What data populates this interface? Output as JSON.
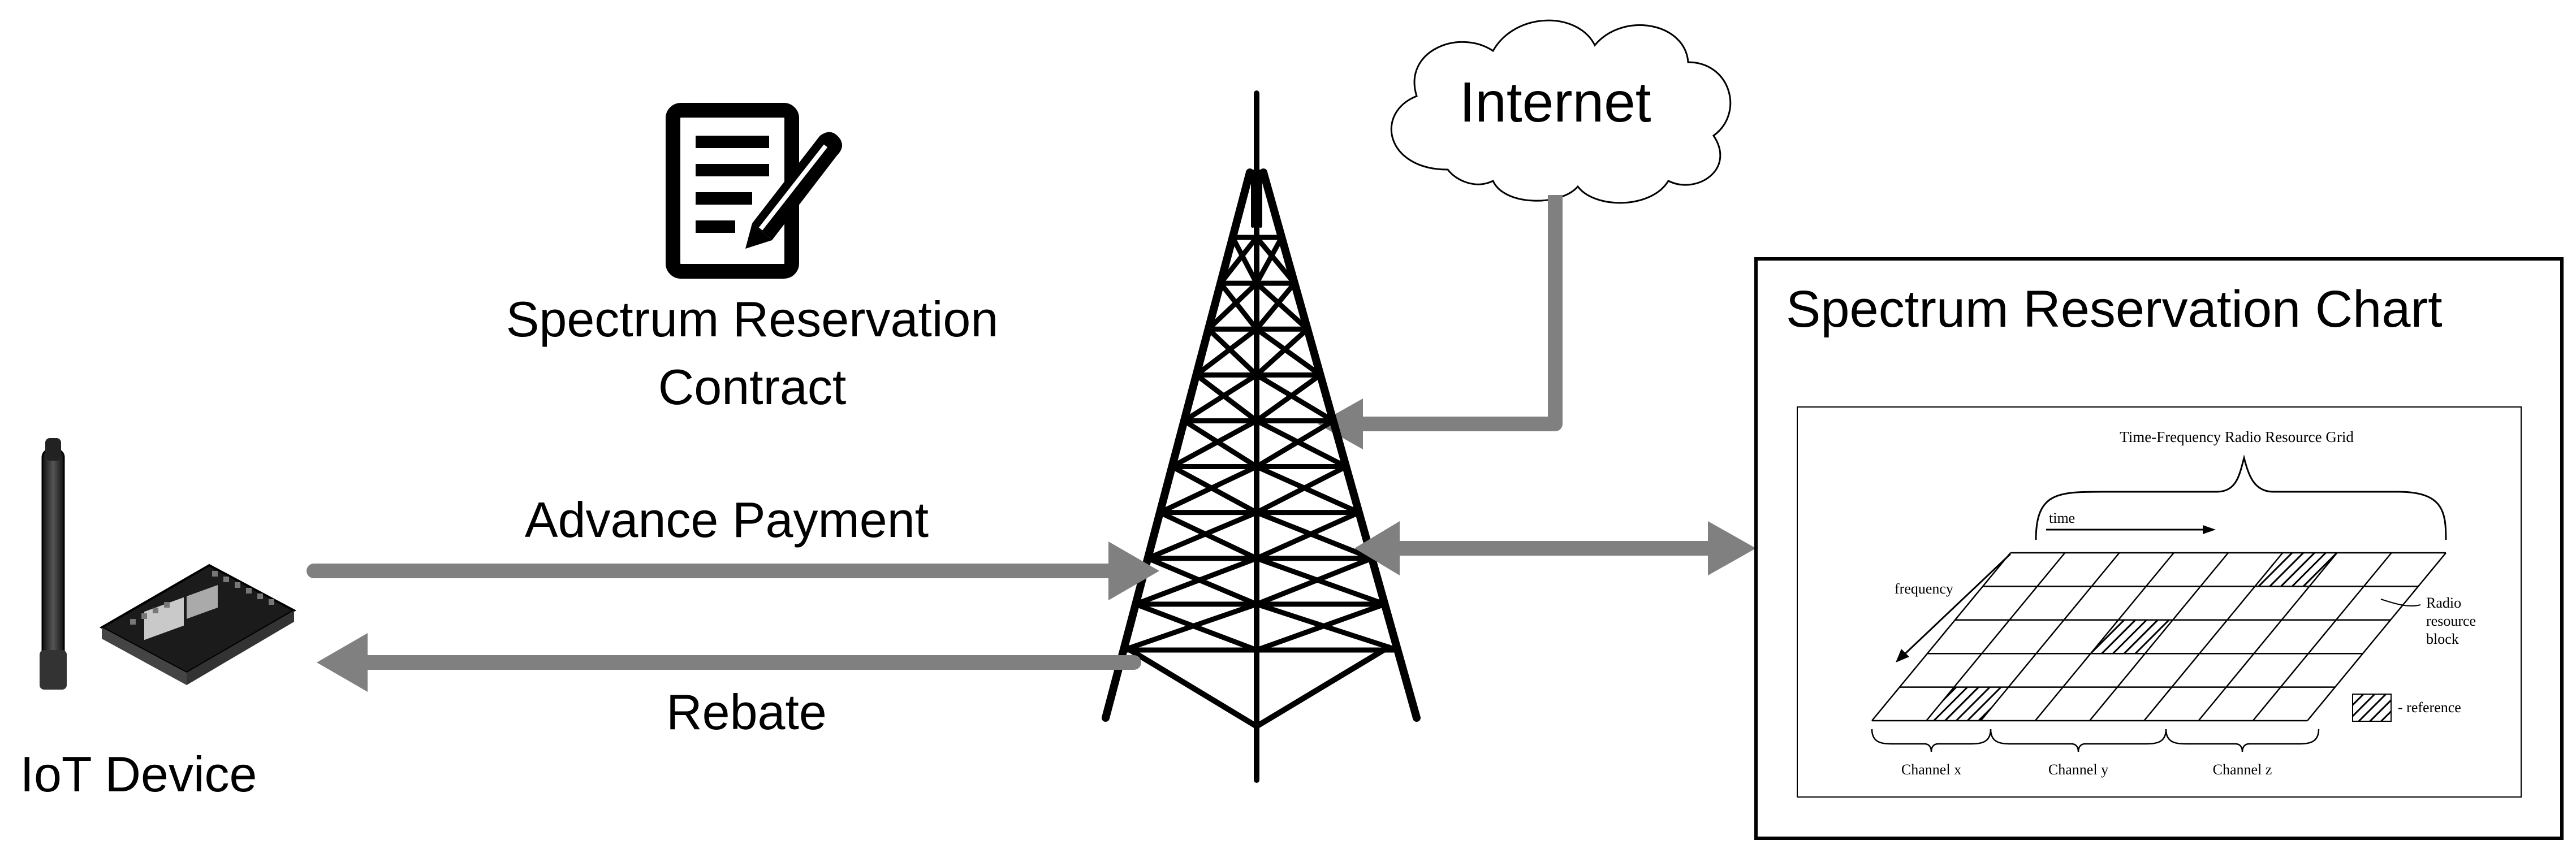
{
  "labels": {
    "contract_line1": "Spectrum Reservation",
    "contract_line2": "Contract",
    "internet": "Internet",
    "advance_payment": "Advance Payment",
    "rebate": "Rebate",
    "iot_device": "IoT Device",
    "chart_title": "Spectrum Reservation Chart"
  },
  "grid": {
    "title": "Time-Frequency Radio Resource Grid",
    "time": "time",
    "frequency": "frequency",
    "radio_block_line1": "Radio",
    "radio_block_line2": "resource",
    "radio_block_line3": "block",
    "reference": "- reference",
    "channels": [
      "Channel x",
      "Channel y",
      "Channel z"
    ]
  },
  "icons": {
    "contract": "contract-pen-icon",
    "cloud": "cloud-icon",
    "tower": "radio-tower-icon",
    "device": "iot-board-icon"
  },
  "colors": {
    "arrow": "#808080",
    "ink": "#000000",
    "cloud_fill": "#ffffff"
  }
}
